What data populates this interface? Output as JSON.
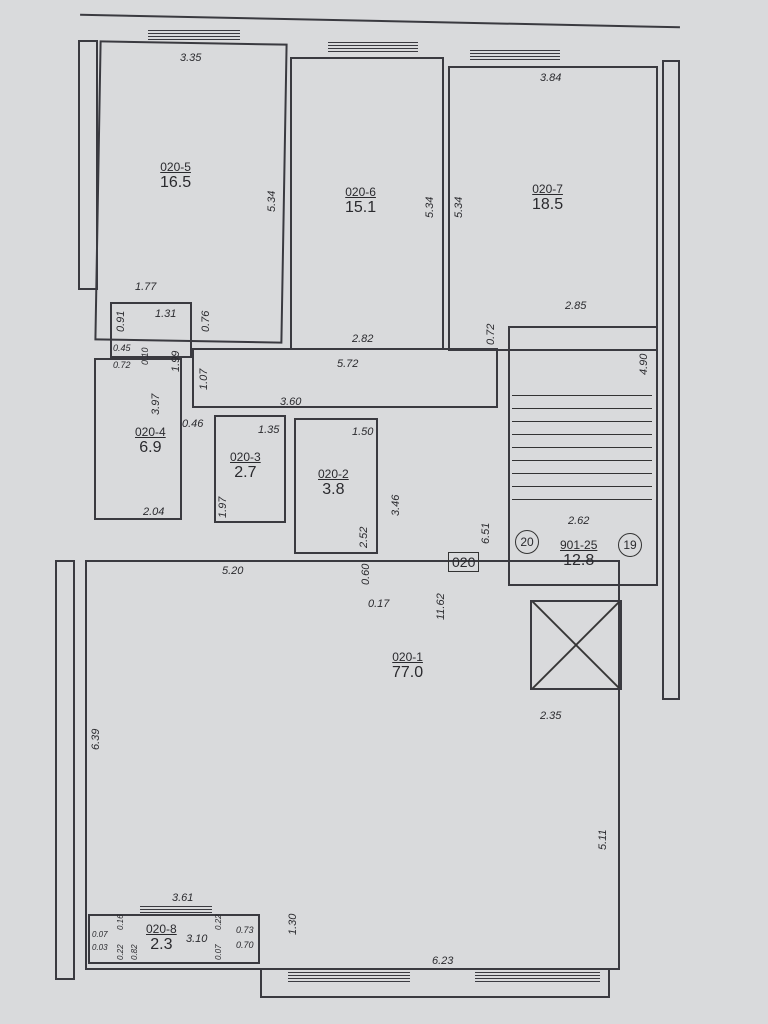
{
  "plan_label": "020",
  "rooms": [
    {
      "id": "020-5",
      "area": "16.5"
    },
    {
      "id": "020-6",
      "area": "15.1"
    },
    {
      "id": "020-7",
      "area": "18.5"
    },
    {
      "id": "020-4",
      "area": "6.9"
    },
    {
      "id": "020-3",
      "area": "2.7"
    },
    {
      "id": "020-2",
      "area": "3.8"
    },
    {
      "id": "020-1",
      "area": "77.0"
    },
    {
      "id": "020-8",
      "area": "2.3"
    },
    {
      "id": "901-25",
      "area": "12.8"
    }
  ],
  "stair_marks": [
    "20",
    "19"
  ],
  "dims": {
    "d1": "3.35",
    "d2": "3.84",
    "d3": "5.34",
    "d4": "5.34",
    "d5": "5.34",
    "d6": "1.77",
    "d7": "0.76",
    "d8": "2.82",
    "d9": "0.72",
    "d10": "2.85",
    "d11": "4.90",
    "d12": "0.91",
    "d13": "1.31",
    "d14": "0.45",
    "d15": "0.10",
    "d16": "0.72",
    "d17": "1.99",
    "d18": "1.07",
    "d19": "5.72",
    "d20": "3.60",
    "d21": "3.97",
    "d22": "0.46",
    "d23": "1.35",
    "d24": "1.50",
    "d25": "2.04",
    "d26": "1.97",
    "d27": "2.52",
    "d28": "3.46",
    "d29": "6.51",
    "d30": "2.62",
    "d31": "5.20",
    "d32": "0.60",
    "d33": "0.17",
    "d34": "11.62",
    "d35": "6.39",
    "d36": "2.35",
    "d37": "5.11",
    "d38": "3.61",
    "d39": "1.30",
    "d40": "6.23",
    "d41": "3.10",
    "d42": "0.07",
    "d43": "0.03",
    "d44": "0.16",
    "d45": "0.22",
    "d46": "0.82",
    "d47": "0.22",
    "d48": "0.07",
    "d49": "0.73",
    "d50": "0.70"
  }
}
